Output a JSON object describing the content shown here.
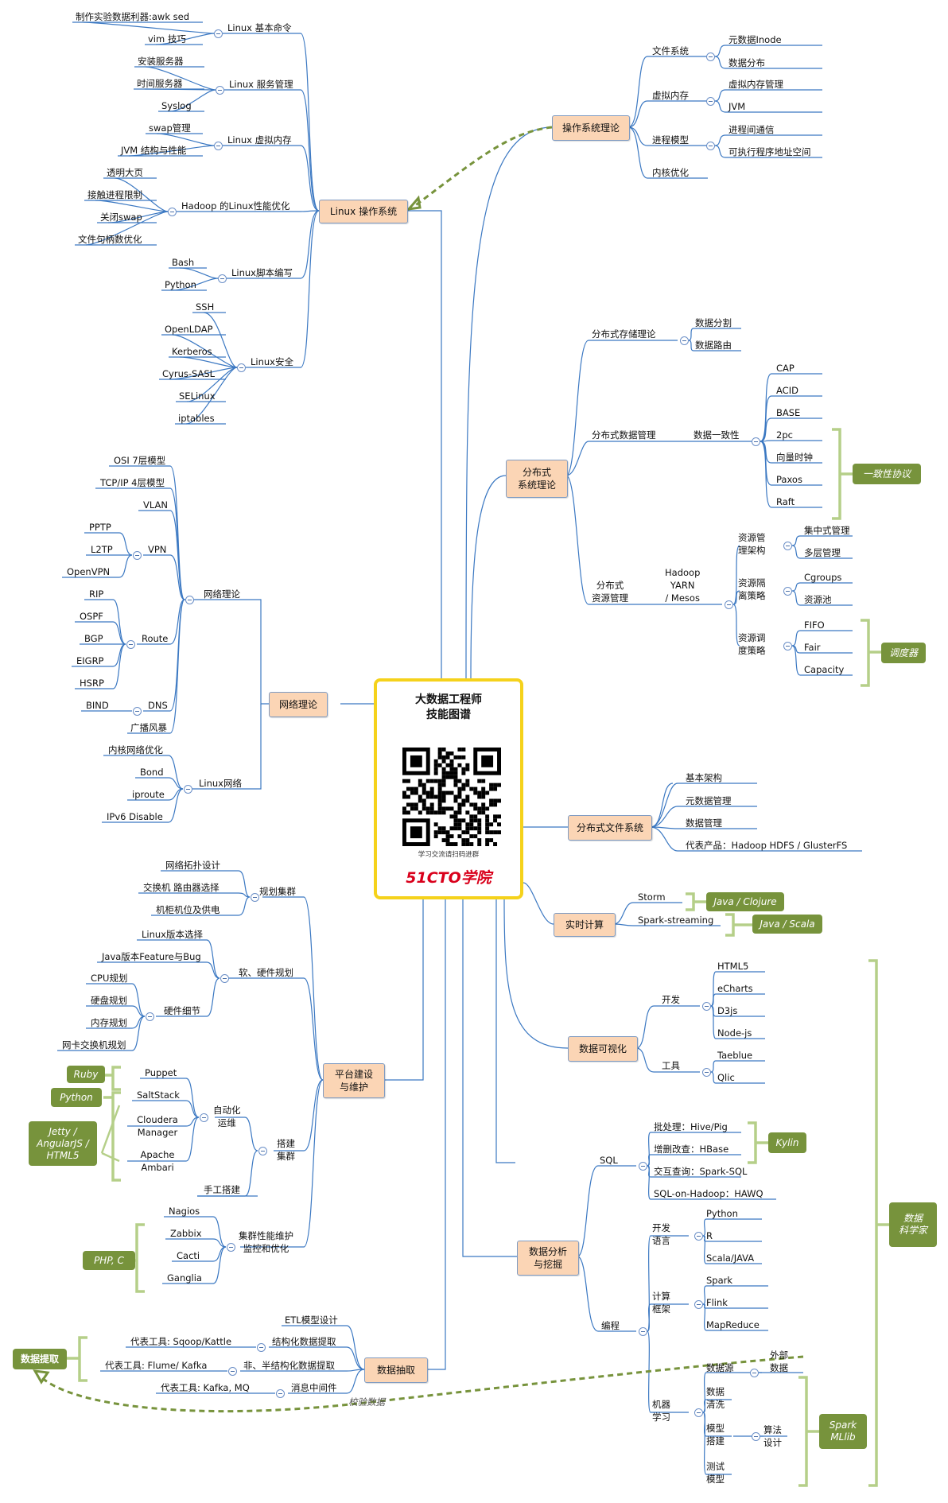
{
  "center": {
    "title_line1": "大数据工程师",
    "title_line2": "技能图谱",
    "qr_caption": "学习交流请扫码进群",
    "brand": "51CTO学院"
  },
  "colors": {
    "topic_fill": "#fbd5b5",
    "topic_border": "#7f9bc2",
    "branch_line": "#3b78c2",
    "bracket": "#b5cf89",
    "tag_fill": "#77933c",
    "center_border": "#f5d21b",
    "dashed_arrow": "#77933c"
  },
  "icons": {
    "collapse": "minus-circle-icon",
    "qr": "qr-code-icon"
  },
  "tree": {
    "linux": {
      "label": "Linux 操作系统",
      "groups": [
        {
          "label": "Linux 基本命令",
          "items": [
            "制作实验数据利器:awk sed",
            "vim 技巧"
          ]
        },
        {
          "label": "Linux 服务管理",
          "items": [
            "安装服务器",
            "时间服务器",
            "Syslog"
          ]
        },
        {
          "label": "Linux 虚拟内存",
          "items": [
            "swap管理",
            "JVM 结构与性能"
          ]
        },
        {
          "label": "Hadoop 的Linux性能优化",
          "items": [
            "透明大页",
            "接触进程限制",
            "关闭swap",
            "文件句柄数优化"
          ]
        },
        {
          "label": "Linux脚本编写",
          "items": [
            "Bash",
            "Python"
          ]
        },
        {
          "label": "Linux安全",
          "items": [
            "SSH",
            "OpenLDAP",
            "Kerberos",
            "Cyrus-SASL",
            "SELinux",
            "iptables"
          ]
        }
      ]
    },
    "os": {
      "label": "操作系统理论",
      "groups": [
        {
          "label": "文件系统",
          "items": [
            "元数据Inode",
            "数据分布"
          ]
        },
        {
          "label": "虚拟内存",
          "items": [
            "虚拟内存管理",
            "JVM"
          ]
        },
        {
          "label": "进程模型",
          "items": [
            "进程间通信",
            "可执行程序地址空间"
          ]
        },
        {
          "label": "内核优化",
          "items": []
        }
      ]
    },
    "distributed": {
      "label_line1": "分布式",
      "label_line2": "系统理论",
      "storage": {
        "label": "分布式存储理论",
        "items": [
          "数据分割",
          "数据路由"
        ]
      },
      "datamgmt": {
        "label": "分布式数据管理",
        "sub": "数据一致性",
        "items": [
          "CAP",
          "ACID",
          "BASE",
          "2pc",
          "向量时钟",
          "Paxos",
          "Raft"
        ],
        "tag": "一致性协议"
      },
      "resource": {
        "label_line1": "分布式",
        "label_line2": "资源管理",
        "sub_line1": "Hadoop",
        "sub_line2": "YARN",
        "sub_line3": "/ Mesos",
        "groups": [
          {
            "line1": "资源管",
            "line2": "理架构",
            "items": [
              "集中式管理",
              "多层管理"
            ]
          },
          {
            "line1": "资源隔",
            "line2": "离策略",
            "items": [
              "Cgroups",
              "资源池"
            ]
          },
          {
            "line1": "资源调",
            "line2": "度策略",
            "items": [
              "FIFO",
              "Fair",
              "Capacity"
            ]
          }
        ],
        "tag": "调度器"
      }
    },
    "network": {
      "label": "网络理论",
      "sub": "网络理论",
      "items": [
        "OSI 7层模型",
        "TCP/IP 4层模型",
        "VLAN"
      ],
      "vpn": {
        "label": "VPN",
        "items": [
          "PPTP",
          "L2TP",
          "OpenVPN"
        ]
      },
      "route": {
        "label": "Route",
        "items": [
          "RIP",
          "OSPF",
          "BGP",
          "EIGRP",
          "HSRP"
        ]
      },
      "dns": {
        "label": "DNS",
        "items": [
          "BIND"
        ]
      },
      "storm": "广播风暴",
      "linuxnet": {
        "label": "Linux网络",
        "items": [
          "内核网络优化",
          "Bond",
          "iproute",
          "IPv6 Disable"
        ]
      }
    },
    "dfs": {
      "label": "分布式文件系统",
      "items": [
        "基本架构",
        "元数据管理",
        "数据管理",
        "代表产品：Hadoop HDFS / GlusterFS"
      ]
    },
    "realtime": {
      "label": "实时计算",
      "items": [
        "Storm",
        "Spark-streaming"
      ],
      "tags": [
        "Java / Clojure",
        "Java / Scala"
      ]
    },
    "viz": {
      "label": "数据可视化",
      "dev": {
        "label": "开发",
        "items": [
          "HTML5",
          "eCharts",
          "D3js",
          "Node-js"
        ]
      },
      "tools": {
        "label": "工具",
        "items": [
          "Taeblue",
          "Qlic"
        ]
      }
    },
    "platform": {
      "label_line1": "平台建设",
      "label_line2": "与维护",
      "plan": {
        "label": "规划集群",
        "items": [
          "网络拓扑设计",
          "交换机 路由器选择",
          "机柜机位及供电"
        ]
      },
      "hw": {
        "label": "软、硬件规划",
        "items": [
          "Linux版本选择",
          "Java版本Feature与Bug"
        ],
        "detail": {
          "label": "硬件细节",
          "items": [
            "CPU规划",
            "硬盘规划",
            "内存规划",
            "网卡交换机规划"
          ]
        }
      },
      "build": {
        "label_line1": "搭建",
        "label_line2": "集群",
        "auto": {
          "label_line1": "自动化",
          "label_line2": "运维",
          "items": [
            "Puppet",
            "SaltStack",
            "Cloudera Manager",
            "Apache Ambari"
          ]
        },
        "manual": "手工搭建"
      },
      "monitor": {
        "label_line1": "集群性能维护",
        "label_line2": "监控和优化",
        "items": [
          "Nagios",
          "Zabbix",
          "Cacti",
          "Ganglia"
        ]
      },
      "tags": [
        "Ruby",
        "Python",
        "Jetty / AngularJS / HTML5",
        "PHP, C"
      ]
    },
    "mining": {
      "label_line1": "数据分析",
      "label_line2": "与挖掘",
      "sql": {
        "label": "SQL",
        "items": [
          "批处理：Hive/Pig",
          "增删改查：HBase",
          "交互查询：Spark-SQL",
          "SQL-on-Hadoop：HAWQ"
        ],
        "tag": "Kylin"
      },
      "prog": {
        "label": "编程",
        "lang": {
          "line1": "开发",
          "line2": "语言",
          "items": [
            "Python",
            "R",
            "Scala/JAVA"
          ]
        },
        "fw": {
          "line1": "计算",
          "line2": "框架",
          "items": [
            "Spark",
            "Flink",
            "MapReduce"
          ]
        },
        "ml": {
          "line1": "机器",
          "line2": "学习",
          "source": "数据源",
          "external_line1": "外部",
          "external_line2": "数据",
          "clean_line1": "数据",
          "clean_line2": "清洗",
          "build_line1": "模型",
          "build_line2": "搭建",
          "algo_line1": "算法",
          "algo_line2": "设计",
          "test_line1": "测试",
          "test_line2": "模型"
        }
      },
      "tag_spark_line1": "Spark",
      "tag_spark_line2": "MLlib",
      "tag_scientist_line1": "数据",
      "tag_scientist_line2": "科学家"
    },
    "extract": {
      "label": "数据抽取",
      "items": [
        {
          "label": "ETL模型设计",
          "tool": ""
        },
        {
          "label": "结构化数据提取",
          "tool": "代表工具: Sqoop/Kattle"
        },
        {
          "label": "非、半结构化数据提取",
          "tool": "代表工具: Flume/ Kafka"
        },
        {
          "label": "消息中间件",
          "tool": "代表工具: Kafka, MQ"
        }
      ],
      "tag": "数据提取",
      "edge_label": "校验数据"
    }
  }
}
